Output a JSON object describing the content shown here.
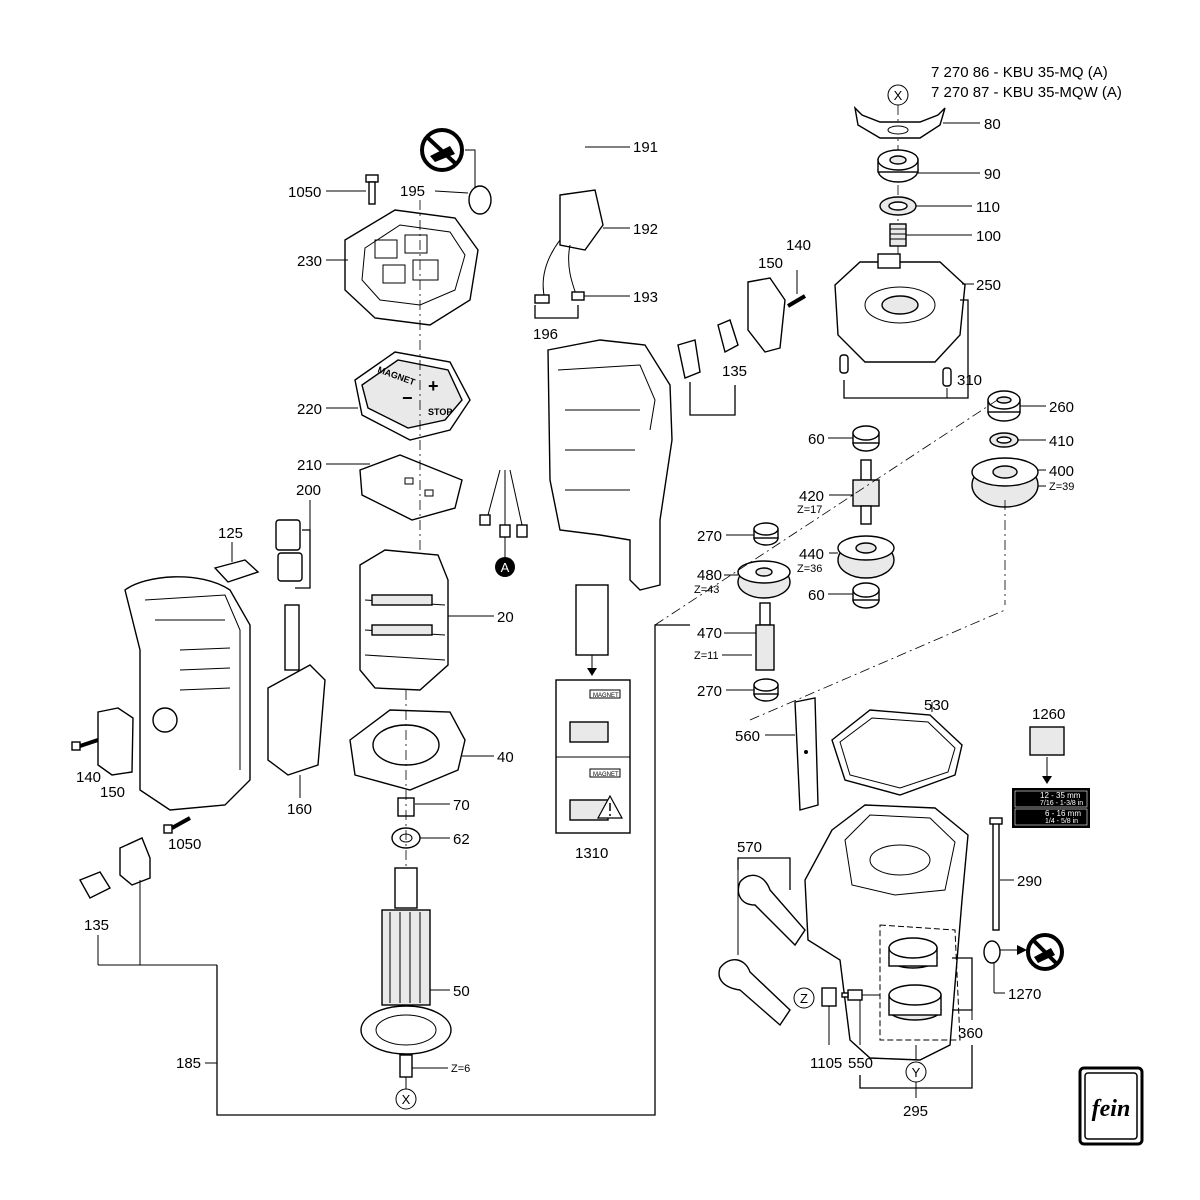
{
  "header": {
    "line1": "7 270 86 - KBU 35-MQ (A)",
    "line2": "7 270 87 - KBU 35-MQW (A)"
  },
  "callouts": {
    "c191": "191",
    "c192": "192",
    "c193": "193",
    "c195": "195",
    "c196": "196",
    "c1050a": "1050",
    "c1050b": "1050",
    "c230": "230",
    "c220": "220",
    "c210": "210",
    "c200": "200",
    "c125": "125",
    "c20": "20",
    "c40": "40",
    "c70": "70",
    "c62": "62",
    "c50": "50",
    "c140a": "140",
    "c140b": "140",
    "c150a": "150",
    "c150b": "150",
    "c160": "160",
    "c135a": "135",
    "c135b": "135",
    "c185": "185",
    "c1310": "1310",
    "c80": "80",
    "c90": "90",
    "c110": "110",
    "c100": "100",
    "c250": "250",
    "c310": "310",
    "c260": "260",
    "c410": "410",
    "c400": "400",
    "c60a": "60",
    "c60b": "60",
    "c420": "420",
    "c270a": "270",
    "c270b": "270",
    "c440": "440",
    "c480": "480",
    "c470": "470",
    "c530": "530",
    "c560": "560",
    "c1260": "1260",
    "c570": "570",
    "c290": "290",
    "c1270": "1270",
    "c1105": "1105",
    "c550": "550",
    "c360": "360",
    "c295": "295"
  },
  "teeth": {
    "z39": "Z=39",
    "z17": "Z=17",
    "z36": "Z=36",
    "z43": "Z=43",
    "z11": "Z=11",
    "z6": "Z=6"
  },
  "markers": {
    "x_top": "X",
    "x_bottom": "X",
    "a": "A",
    "y": "Y",
    "z": "Z"
  },
  "switch_panel": {
    "magnet": "MAGNET",
    "stop": "STOP",
    "plus": "+",
    "minus": "−"
  },
  "label_sticker": {
    "magnet_top": "MAGNET",
    "magnet_bottom": "MAGNET"
  },
  "capacity_plate": {
    "row1_main": "12 - 35 mm",
    "row1_sub": "7/16 - 1-3/8 in",
    "row2_main": "6 - 16 mm",
    "row2_sub": "1/4 - 5/8 in"
  },
  "logo": {
    "text": "fein"
  },
  "icons": [
    "no-grease-icon",
    "no-grease-icon",
    "warning-icon",
    "fein-logo"
  ]
}
